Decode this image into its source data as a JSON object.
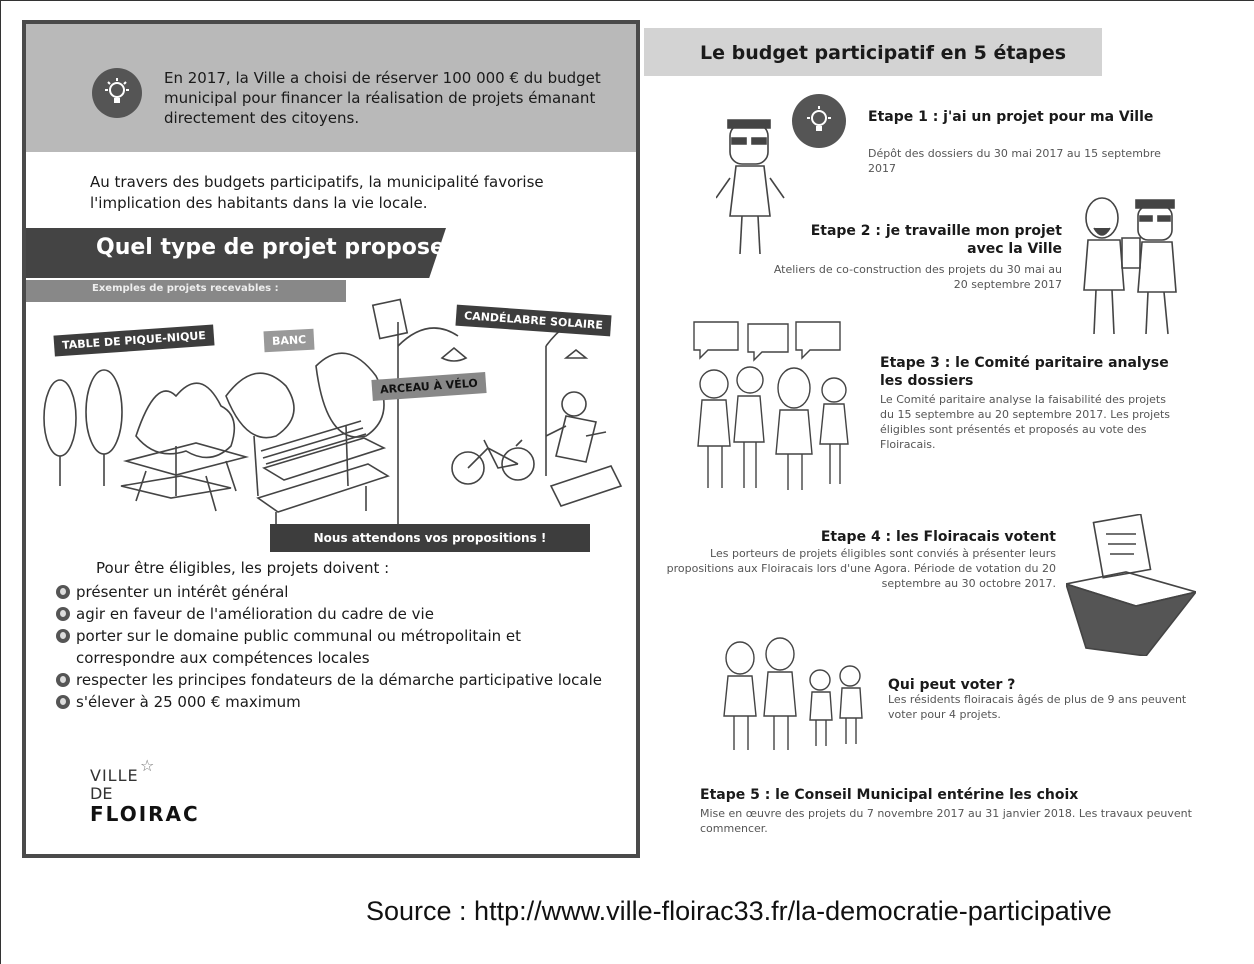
{
  "flyer": {
    "intro": "En 2017, la Ville a choisi de réserver 100 000 € du budget municipal pour financer la réalisation de projets émanant directement des citoyens.",
    "lead": "Au travers des budgets participatifs, la municipalité favorise l'implication des habitants dans la vie locale.",
    "section_title": "Quel type de projet proposer ?",
    "examples_label": "Exemples de projets recevables :",
    "tags": {
      "table": "TABLE DE PIQUE-NIQUE",
      "banc": "BANC",
      "candelabre": "CANDÉLABRE SOLAIRE",
      "arceau": "ARCEAU À VÉLO"
    },
    "call": "Nous attendons vos propositions !",
    "eligibility_title": "Pour être éligibles, les projets doivent :",
    "criteria": [
      "présenter un intérêt général",
      "agir en faveur de l'amélioration du cadre de vie",
      "porter sur le domaine public communal ou métropolitain et correspondre aux compétences locales",
      "respecter les principes fondateurs de la démarche participative locale",
      "s'élever à 25 000 € maximum"
    ],
    "logo": {
      "line1": "VILLE",
      "line2": "DE",
      "line3": "FLOIRAC"
    }
  },
  "steps": {
    "title": "Le budget participatif en 5 étapes",
    "s1": {
      "title": "Etape 1 : j'ai un projet pour ma Ville",
      "desc": "Dépôt des dossiers du 30 mai 2017 au 15 septembre 2017"
    },
    "s2": {
      "title": "Etape 2 : je travaille mon projet avec la Ville",
      "desc": "Ateliers de co-construction des projets du 30 mai au 20 septembre 2017"
    },
    "s3": {
      "title": "Etape 3 : le Comité paritaire analyse les dossiers",
      "desc": "Le Comité paritaire analyse la faisabilité des projets du 15 septembre au 20 septembre 2017. Les projets éligibles sont présentés et proposés au vote des Floiracais."
    },
    "s4": {
      "title": "Etape 4 : les Floiracais votent",
      "desc": "Les porteurs de projets éligibles sont conviés à présenter leurs propositions aux Floiracais lors d'une Agora. Période de votation du 20 septembre au 30 octobre 2017."
    },
    "q": {
      "title": "Qui peut voter ?",
      "desc": "Les résidents floiracais âgés de plus de 9 ans peuvent voter pour 4 projets."
    },
    "s5": {
      "title": "Etape 5 : le Conseil Municipal entérine les choix",
      "desc": "Mise en œuvre des projets du 7 novembre 2017 au 31 janvier 2018. Les travaux peuvent commencer."
    }
  },
  "source": "Source : http://www.ville-floirac33.fr/la-democratie-participative"
}
